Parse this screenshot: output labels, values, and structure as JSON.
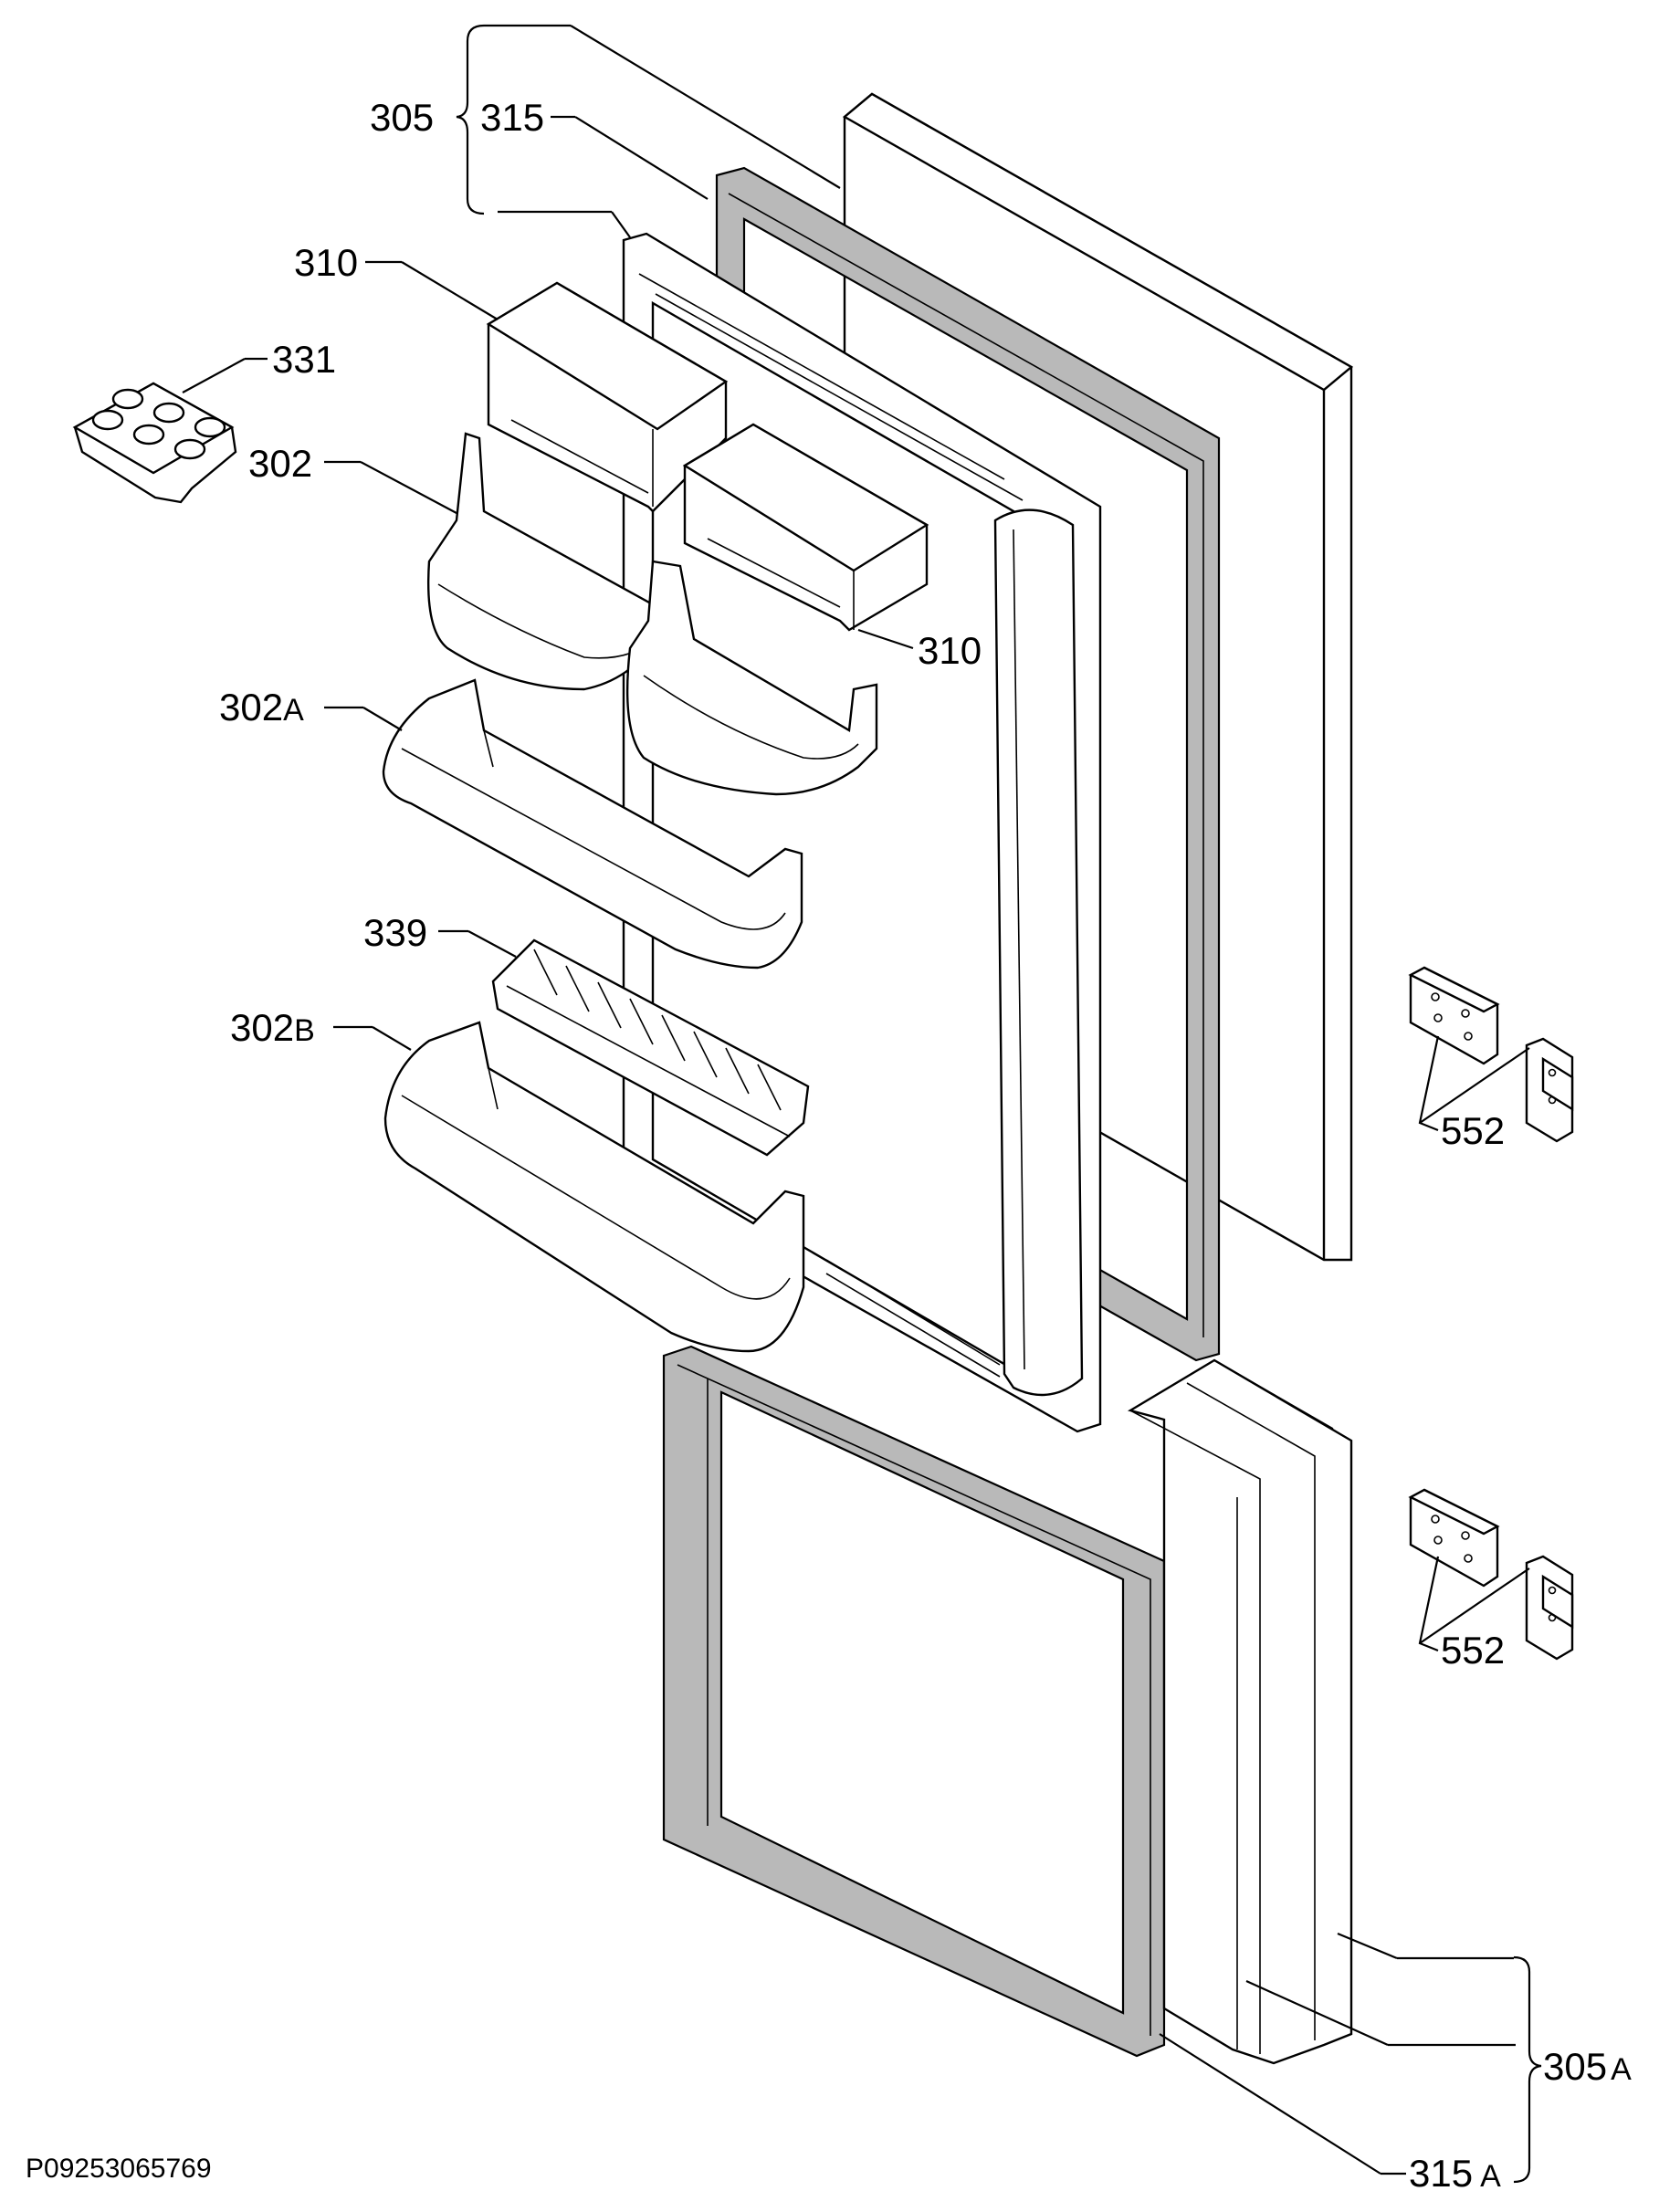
{
  "labels": {
    "l305": "305",
    "l315": "315",
    "l310a": "310",
    "l331": "331",
    "l302": "302",
    "l310b": "310",
    "l302A_num": "302",
    "l302A_suf": "A",
    "l339": "339",
    "l302B_num": "302",
    "l302B_suf": "B",
    "l552a": "552",
    "l552b": "552",
    "l305A_num": "305",
    "l305A_suf": "A",
    "l315A_num": "315",
    "l315A_suf": "A"
  },
  "drawing_code": "P09253065769"
}
